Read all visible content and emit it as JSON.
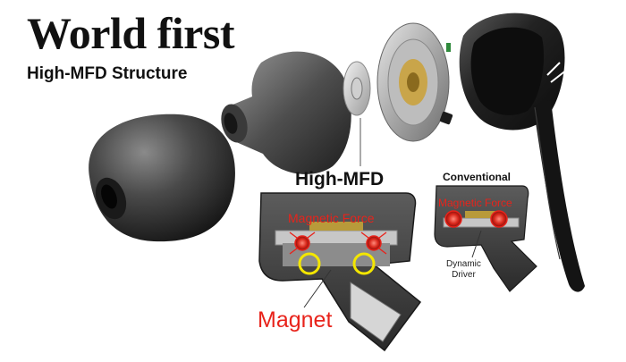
{
  "headline": "World first",
  "subheadline": "High-MFD Structure",
  "high_mfd": {
    "title": "High-MFD",
    "force_label": "Magnetic Force",
    "magnet_label": "Magnet"
  },
  "conventional": {
    "title": "Conventional",
    "force_label": "Magnetic Force",
    "driver_label_line1": "Dynamic",
    "driver_label_line2": "Driver"
  },
  "colors": {
    "accent_red": "#e8231b",
    "magnet_yellow": "#f3e600",
    "shell_dark": "#2a2a2a"
  },
  "icons": {
    "brand_mark": "xe-logo-icon"
  }
}
